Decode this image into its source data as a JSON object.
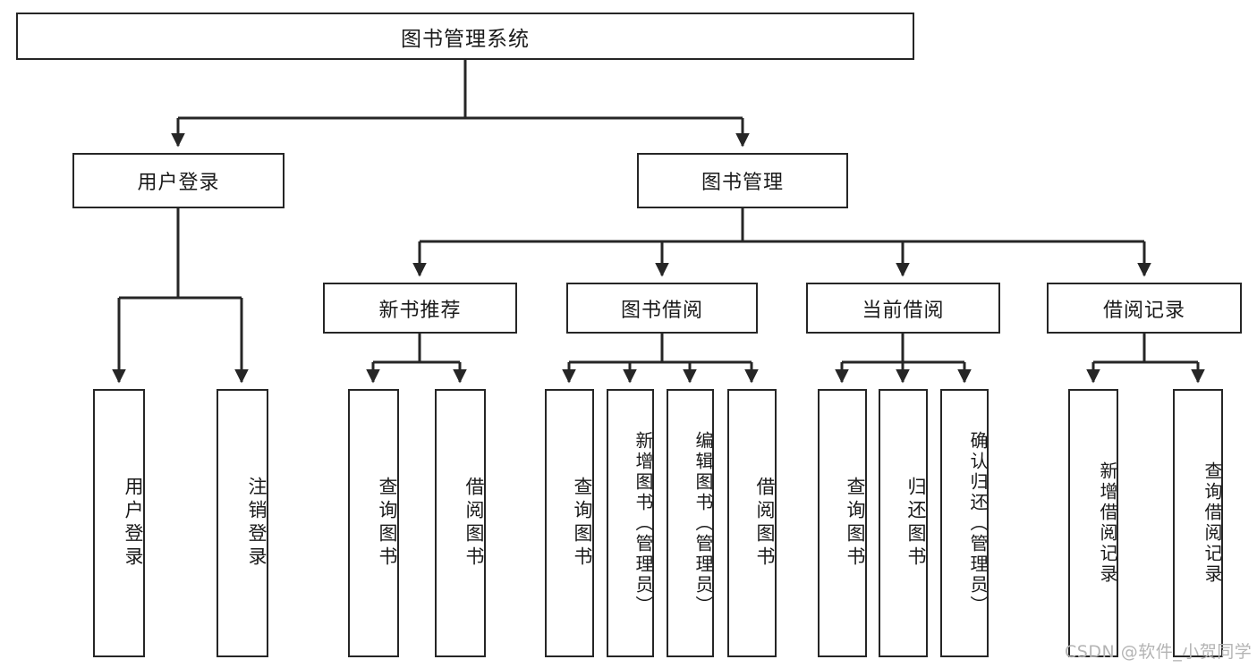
{
  "diagram": {
    "title": "图书管理系统",
    "watermark": "CSDN @软件_小贺同学",
    "stroke_color": "#262626",
    "background": "#ffffff",
    "levels": {
      "root": {
        "label": "图书管理系统"
      },
      "level2": [
        {
          "label": "用户登录"
        },
        {
          "label": "图书管理"
        }
      ],
      "level3": [
        {
          "label": "新书推荐"
        },
        {
          "label": "图书借阅"
        },
        {
          "label": "当前借阅"
        },
        {
          "label": "借阅记录"
        }
      ],
      "leaves": {
        "user_login": [
          {
            "label": "用户登录"
          },
          {
            "label": "注销登录"
          }
        ],
        "new_book_recommend": [
          {
            "label": "查询图书"
          },
          {
            "label": "借阅图书"
          }
        ],
        "book_borrow": [
          {
            "label": "查询图书"
          },
          {
            "label": "新增图书（管理员）"
          },
          {
            "label": "编辑图书（管理员）"
          },
          {
            "label": "借阅图书"
          }
        ],
        "current_borrow": [
          {
            "label": "查询图书"
          },
          {
            "label": "归还图书"
          },
          {
            "label": "确认归还（管理员）"
          }
        ],
        "borrow_record": [
          {
            "label": "新增借阅记录"
          },
          {
            "label": "查询借阅记录"
          }
        ]
      }
    }
  }
}
